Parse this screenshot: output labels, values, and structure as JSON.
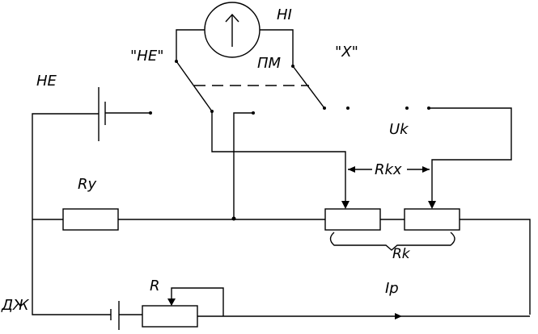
{
  "labels": {
    "galvanometer": "НІ",
    "switch_ne": "\"НЕ\"",
    "switch_pm": "ПМ",
    "switch_x": "\"Х\"",
    "battery_ne": "НЕ",
    "voltage": "Uk",
    "rkx": "Rkx",
    "ry": "Ry",
    "rk": "Rk",
    "r": "R",
    "ip": "Ip",
    "source": "ДЖ"
  },
  "icons": {
    "galvanometer": "arrow-up-in-circle-icon"
  }
}
